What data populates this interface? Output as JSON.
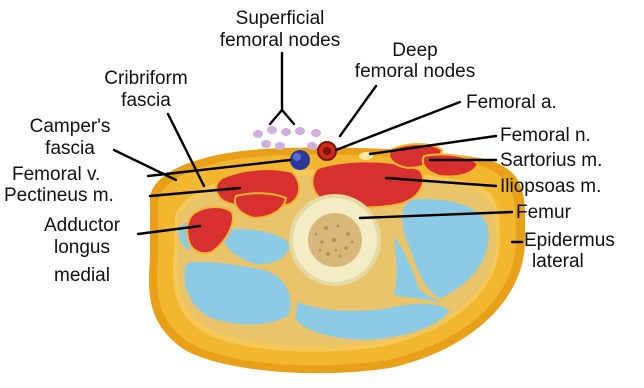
{
  "labels": {
    "superficial_nodes": [
      "Superficial",
      "femoral nodes"
    ],
    "deep_nodes": [
      "Deep",
      "femoral nodes"
    ],
    "cribriform": [
      "Cribriform",
      "fascia"
    ],
    "femoral_artery": "Femoral a.",
    "campers": [
      "Camper's",
      "fascia"
    ],
    "femoral_nerve": "Femoral n.",
    "femoral_vein": "Femoral v.",
    "sartorius": "Sartorius m.",
    "pectineus": "Pectineus m.",
    "iliopsoas": "Iliopsoas m.",
    "adductor": [
      "Adductor",
      "longus",
      "medial"
    ],
    "femur": "Femur",
    "epidermus": [
      "Epidermus",
      "lateral"
    ]
  },
  "colors": {
    "fat": "#f2b62f",
    "fat_light": "#f8d77a",
    "epidermis": "#e8a018",
    "muscle_quadriceps": "#8ccbe6",
    "muscle_red": "#d8302e",
    "bone_cortex": "#f4ecc3",
    "marrow": "#d7b87a",
    "artery": "#d22a1a",
    "vein": "#2b3a9a",
    "lymph_node": "#cfb0dc"
  }
}
